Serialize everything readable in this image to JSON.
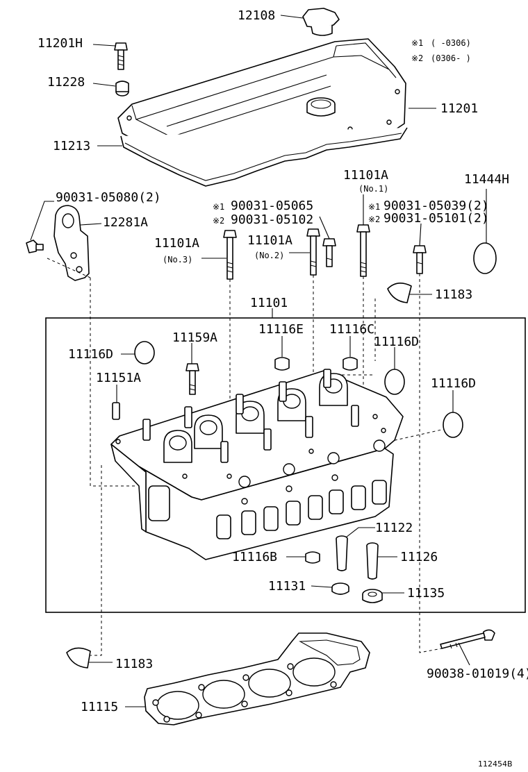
{
  "callouts": {
    "p12108": "12108",
    "p11201h": "11201H",
    "p11228": "11228",
    "p11201": "11201",
    "p11213": "11213",
    "p90031_05080": "90031-05080(2)",
    "p12281a": "12281A",
    "p11101a_no3": "11101A",
    "no3": "(No.3)",
    "p11101a_no2": "11101A",
    "no2": "(No.2)",
    "p11101a_no1": "11101A",
    "no1": "(No.1)",
    "p11444h": "11444H",
    "p11183_top": "11183",
    "p11101": "11101",
    "p11116e": "11116E",
    "p11116c": "11116C",
    "p11116d_a": "11116D",
    "p11116d_b": "11116D",
    "p11116d_c": "11116D",
    "p11159a": "11159A",
    "p11151a": "11151A",
    "p11122": "11122",
    "p11116b": "11116B",
    "p11126": "11126",
    "p11131": "11131",
    "p11135": "11135",
    "p11183_bottom": "11183",
    "p90038": "90038-01019(4)",
    "p11115": "11115"
  },
  "variant_notes": {
    "mark1": "※1",
    "mark2": "※2",
    "range1": "(      -0306)",
    "range2": "(0306-      )",
    "bolt_a1": "90031-05065",
    "bolt_a2": "90031-05102",
    "bolt_b1": "90031-05039(2)",
    "bolt_b2": "90031-05101(2)"
  },
  "figure_ref": "112454B"
}
